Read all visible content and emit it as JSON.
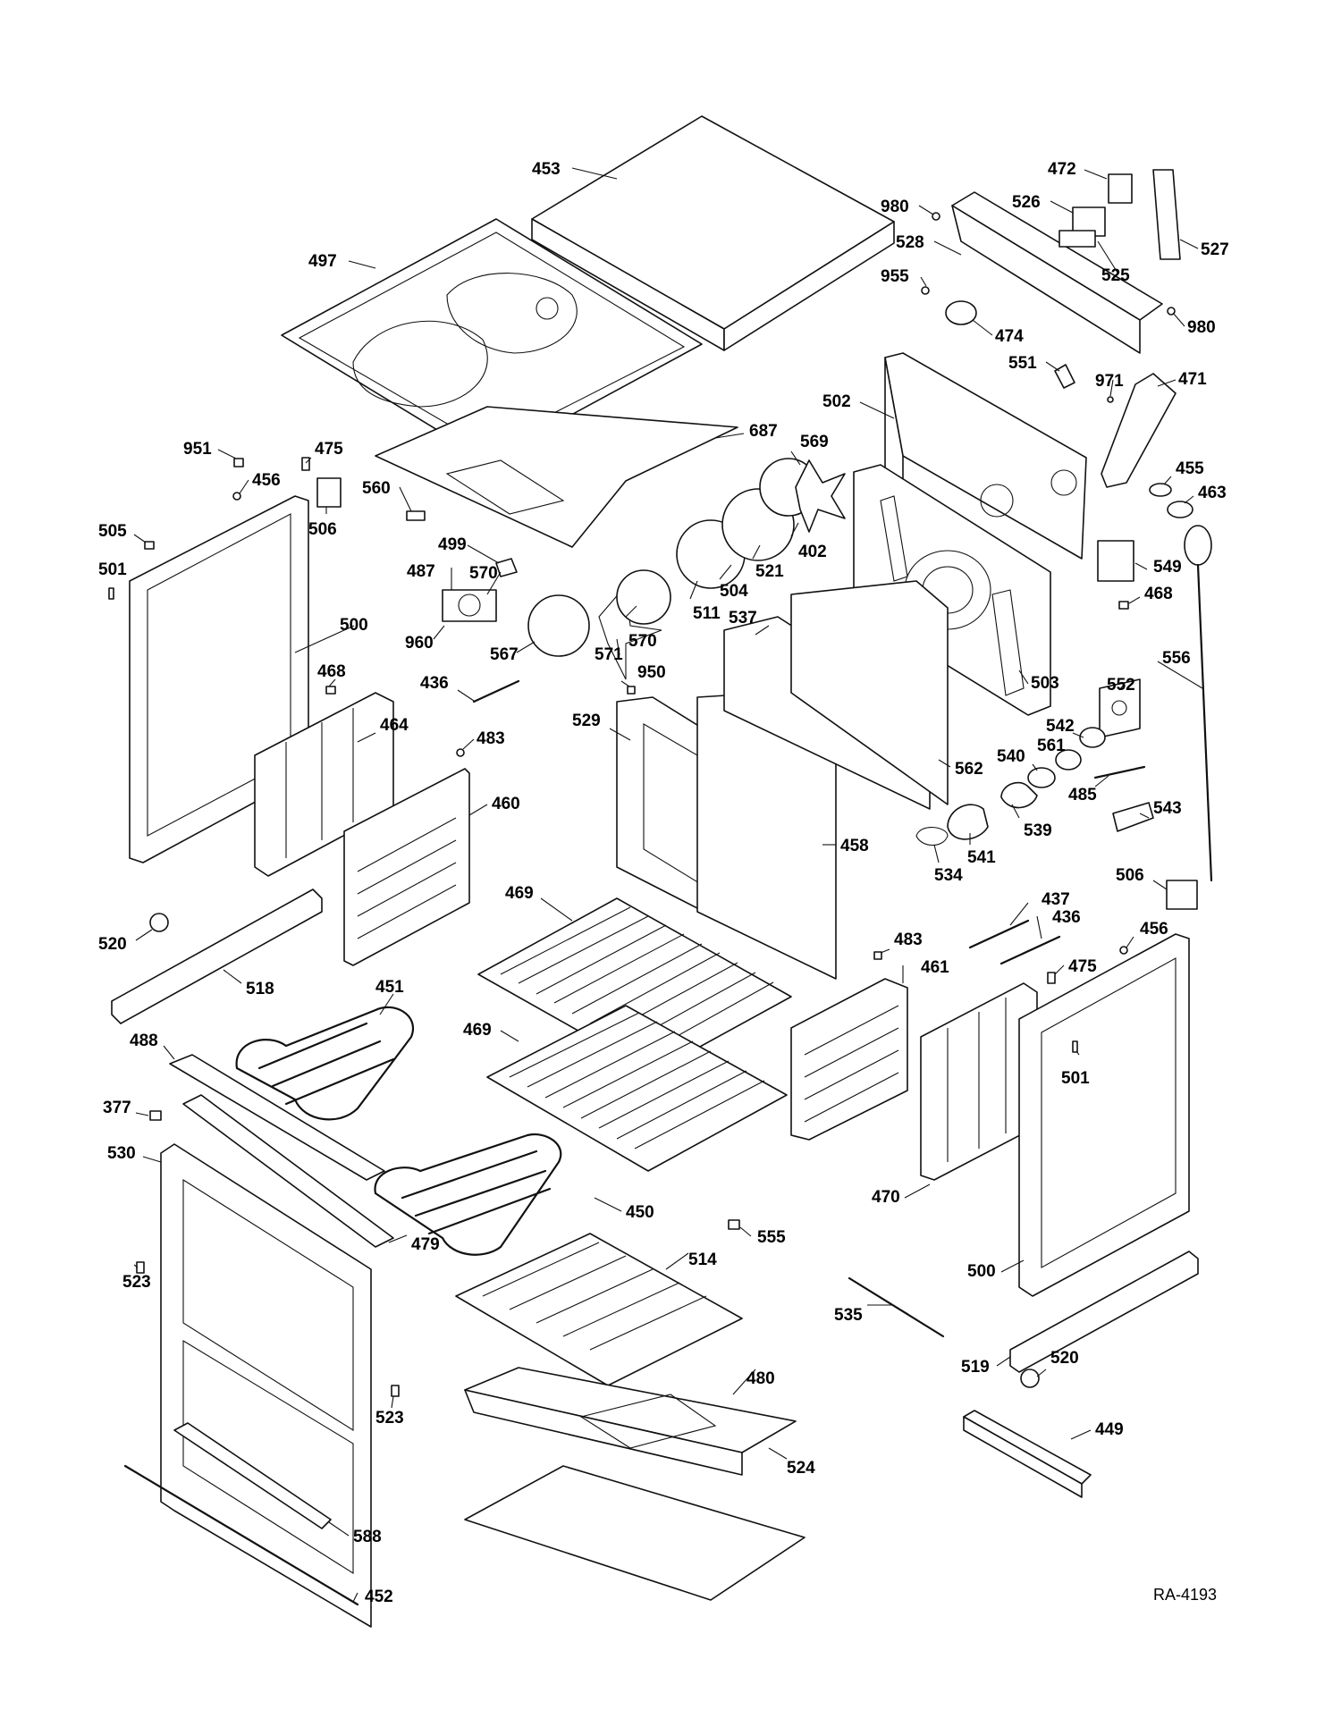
{
  "diagram": {
    "code": "RA-4193",
    "callouts": [
      "453",
      "497",
      "980",
      "472",
      "526",
      "528",
      "525",
      "527",
      "955",
      "474",
      "980",
      "551",
      "971",
      "471",
      "502",
      "951",
      "475",
      "456",
      "506",
      "505",
      "501",
      "500",
      "468",
      "464",
      "483",
      "460",
      "560",
      "499",
      "487",
      "570",
      "960",
      "567",
      "571",
      "570",
      "511",
      "504",
      "521",
      "402",
      "569",
      "687",
      "455",
      "463",
      "549",
      "468",
      "556",
      "552",
      "503",
      "537",
      "562",
      "542",
      "561",
      "540",
      "539",
      "541",
      "534",
      "485",
      "543",
      "529",
      "458",
      "950",
      "436",
      "469",
      "469",
      "520",
      "518",
      "451",
      "488",
      "377",
      "530",
      "523",
      "523",
      "588",
      "452",
      "479",
      "450",
      "514",
      "480",
      "524",
      "555",
      "535",
      "506",
      "437",
      "436",
      "483",
      "461",
      "475",
      "456",
      "501",
      "470",
      "500",
      "519",
      "520",
      "449"
    ]
  }
}
